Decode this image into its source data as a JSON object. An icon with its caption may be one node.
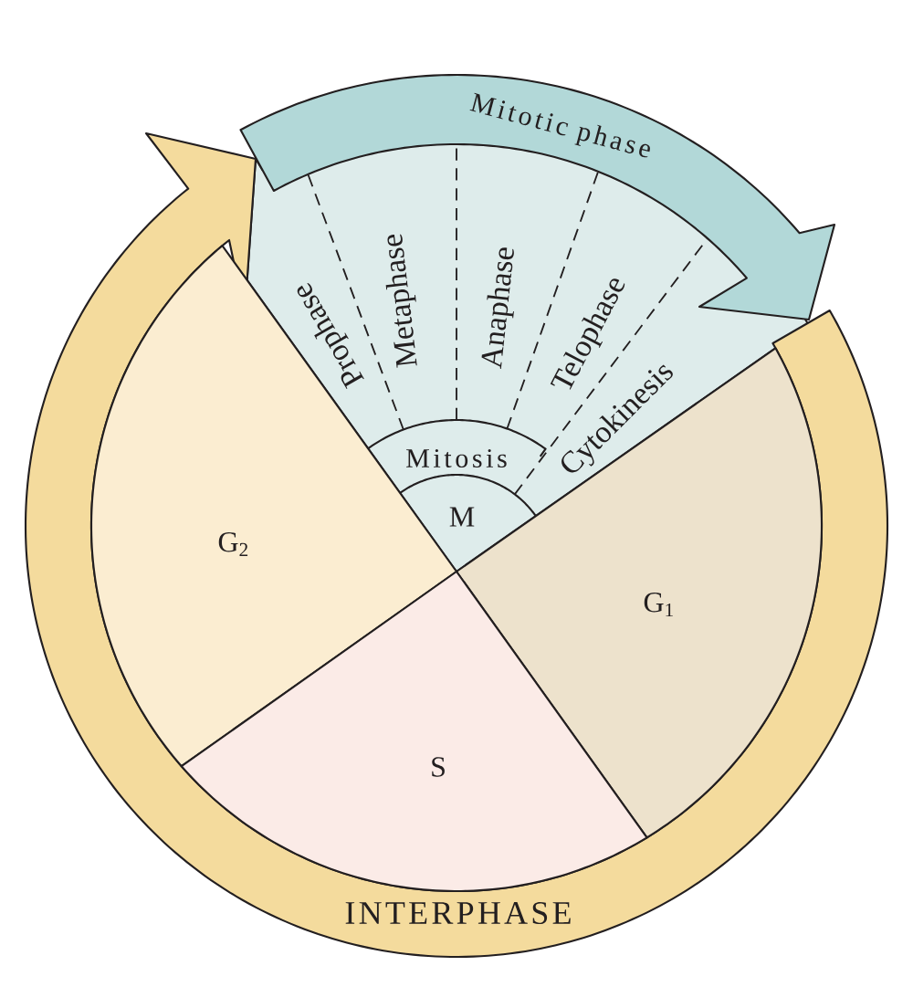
{
  "diagram": {
    "nodes": [
      {
        "text": [
          "Mitotic phase"
        ]
      },
      {
        "text": [
          "M"
        ]
      },
      {
        "text": [
          "Mitosis"
        ],
        "in": 1
      },
      {
        "text": [
          "G$_{2}$"
        ]
      },
      {
        "text": [
          "G$_{1}$"
        ]
      },
      {
        "text": [
          "S"
        ]
      },
      {
        "text": [
          "INTERPHASE"
        ]
      }
    ],
    "labels": [
      "Prophase",
      "Metaphase",
      "Anaphase",
      "Telophase",
      "Cytokinesis"
    ]
  }
}
